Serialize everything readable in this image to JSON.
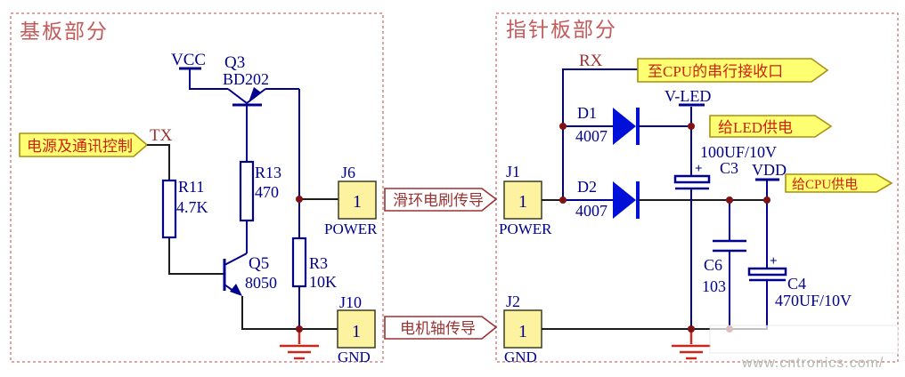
{
  "colors": {
    "wire_blue": "#00008c",
    "wire_black": "#1c1c1c",
    "diode_blue": "#0010d8",
    "junction_dot": "#801212",
    "ground_red": "#c8281e",
    "section_border": "#c87070",
    "section_title": "#c25b5b",
    "connector_fill": "#fcf2a0",
    "flag_yellow_fill": "#ffff72",
    "flag_yellow_border": "#a98f14",
    "flag_text_red": "#cc2211",
    "net_label_red": "#993333",
    "watermark_gray": "#b4bab4"
  },
  "left_section": {
    "title": "基板部分",
    "nets": {
      "vcc": "VCC",
      "tx": "TX"
    },
    "input_flag": "电源及通讯控制",
    "q3": {
      "ref": "Q3",
      "value": "BD202"
    },
    "r11": {
      "ref": "R11",
      "value": "4.7K"
    },
    "r13": {
      "ref": "R13",
      "value": "470"
    },
    "q5": {
      "ref": "Q5",
      "value": "8050"
    },
    "r3": {
      "ref": "R3",
      "value": "10K"
    },
    "j6": {
      "ref": "J6",
      "pin": "1",
      "port": "POWER"
    },
    "j10": {
      "ref": "J10",
      "pin": "1",
      "port": "GND"
    }
  },
  "interconnect_flags": {
    "slip_ring": "滑环电刷传导",
    "motor_shaft": "电机轴传导"
  },
  "right_section": {
    "title": "指针板部分",
    "nets": {
      "rx": "RX",
      "vled": "V-LED",
      "vdd": "VDD"
    },
    "rx_flag": "至CPU的串行接收口",
    "led_flag": "给LED供电",
    "cpu_flag": "给CPU供电",
    "d1": {
      "ref": "D1",
      "value": "4007"
    },
    "d2": {
      "ref": "D2",
      "value": "4007"
    },
    "c3": {
      "ref": "C3",
      "value": "100UF/10V",
      "polarity": "+"
    },
    "c6": {
      "ref": "C6",
      "value": "103"
    },
    "c4": {
      "ref": "C4",
      "value": "470UF/10V",
      "polarity": "+"
    },
    "j1": {
      "ref": "J1",
      "pin": "1",
      "port": "POWER"
    },
    "j2": {
      "ref": "J2",
      "pin": "1",
      "port": "GND"
    }
  },
  "watermark": "www.cntronics.com/"
}
